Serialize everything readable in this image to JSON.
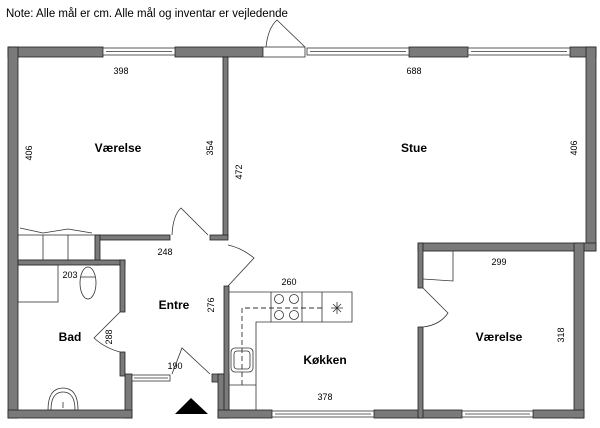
{
  "note": "Note: Alle mål er cm. Alle mål og inventar er vejledende",
  "colors": {
    "wall": "#7a7a7a",
    "line": "#333333"
  },
  "rooms": {
    "vaerelse1": {
      "label": "Værelse",
      "width": "398",
      "height": "406",
      "side": "354"
    },
    "stue": {
      "label": "Stue",
      "width": "688",
      "height": "406",
      "side": "472"
    },
    "entre": {
      "label": "Entre",
      "top": "248",
      "side": "276",
      "bottom": "190"
    },
    "bad": {
      "label": "Bad",
      "width": "203",
      "side": "288"
    },
    "kokken": {
      "label": "Køkken",
      "top": "260",
      "bottom": "378"
    },
    "vaerelse2": {
      "label": "Værelse",
      "width": "299",
      "height": "318"
    }
  },
  "icons": {
    "entrance": "entrance-triangle-icon"
  }
}
